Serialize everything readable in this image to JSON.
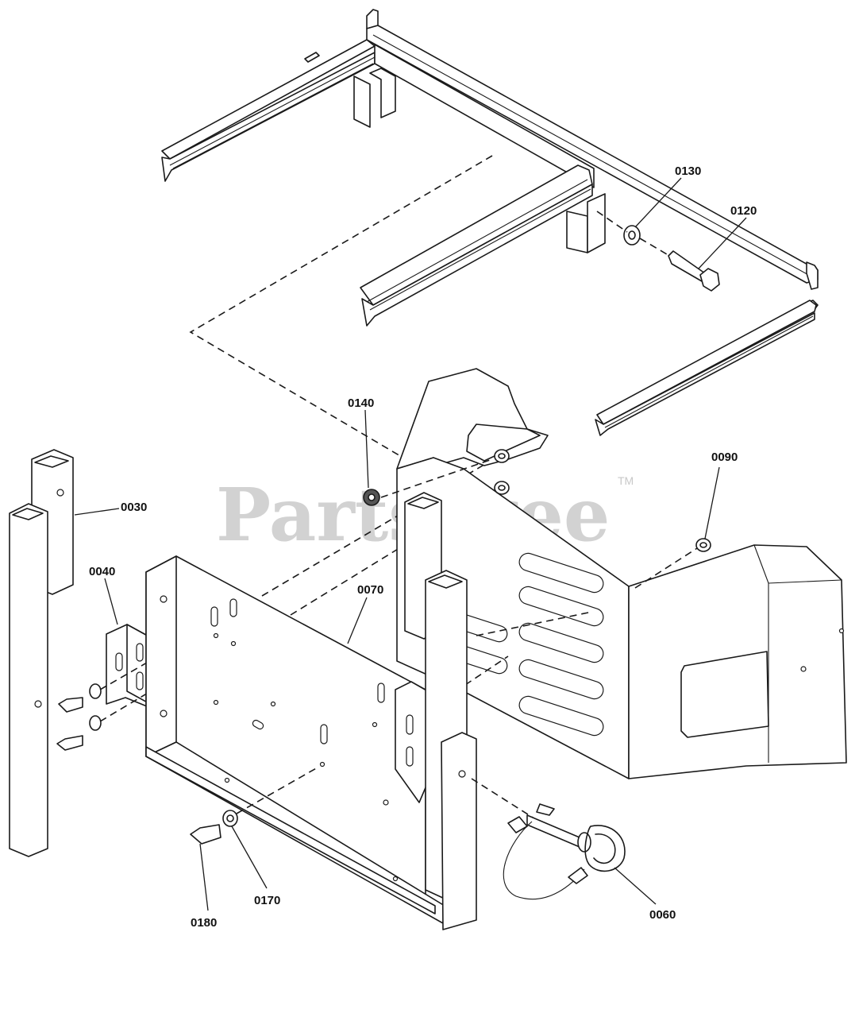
{
  "watermark": {
    "text": "PartsTree",
    "trademark": "TM"
  },
  "callouts": [
    {
      "id": "0030"
    },
    {
      "id": "0040"
    },
    {
      "id": "0060"
    },
    {
      "id": "0070"
    },
    {
      "id": "0090"
    },
    {
      "id": "0120"
    },
    {
      "id": "0130"
    },
    {
      "id": "0140"
    },
    {
      "id": "0170"
    },
    {
      "id": "0180"
    }
  ]
}
